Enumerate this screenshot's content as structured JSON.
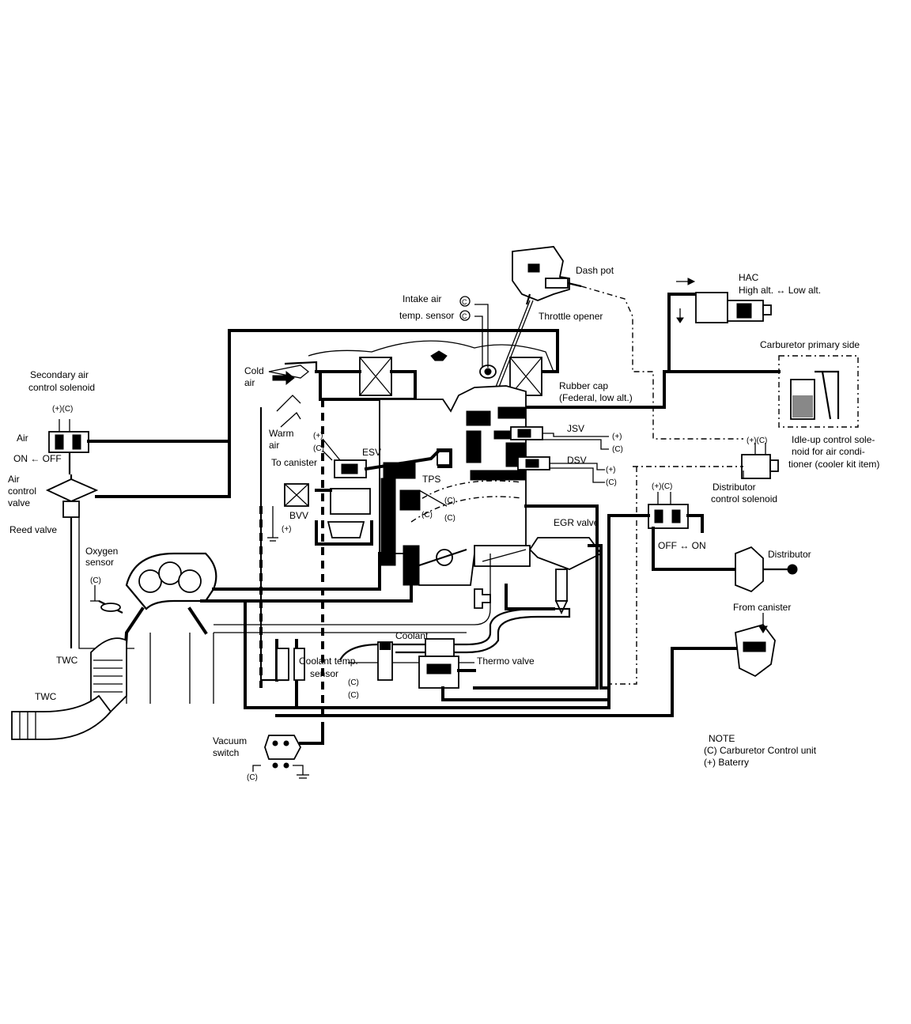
{
  "labels": {
    "dash_pot": "Dash pot",
    "intake_air": "Intake air",
    "temp_sensor": "temp. sensor",
    "throttle_opener": "Throttle opener",
    "hac": "HAC",
    "high_low_alt": "High alt. ↔ Low alt.",
    "carb_primary_side": "Carburetor primary side",
    "secondary_air_1": "Secondary air",
    "secondary_air_2": "control solenoid",
    "cold_air_1": "Cold",
    "cold_air_2": "air",
    "rubber_cap": "Rubber cap",
    "federal_low_alt": "(Federal, low alt.)",
    "air": "Air",
    "on_off": "ON ← OFF",
    "warm_air_1": "Warm",
    "warm_air_2": "air",
    "jsv": "JSV",
    "esv": "ESV",
    "to_canister": "To canister",
    "dsv": "DSV",
    "air_control_1": "Air",
    "air_control_2": "control",
    "air_control_3": "valve",
    "idle_up_1": "Idle-up control sole-",
    "idle_up_2": "noid for air condi-",
    "idle_up_3": "tioner (cooler kit item)",
    "tps": "TPS",
    "distributor_control_1": "Distributor",
    "distributor_control_2": "control solenoid",
    "bvv": "BVV",
    "reed_valve": "Reed valve",
    "egr_valve": "EGR valve",
    "off_on": "OFF ↔ ON",
    "oxygen_1": "Oxygen",
    "oxygen_2": "sensor",
    "distributor": "Distributor",
    "from_canister": "From canister",
    "coolant": "Coolant",
    "twc_1": "TWC",
    "twc_2": "TWC",
    "coolant_temp_1": "Coolant temp.",
    "coolant_temp_2": "sensor",
    "thermo_valve": "Thermo valve",
    "vacuum_1": "Vacuum",
    "vacuum_2": "switch",
    "note_title": "NOTE",
    "note_c": "(C)  Carburetor Control unit",
    "note_plus": "(+)  Baterry"
  },
  "symbols": {
    "c": "C",
    "plus": "+",
    "plus_paren": "(+)",
    "c_paren": "(C)",
    "plus_c": "(+)(C)"
  }
}
